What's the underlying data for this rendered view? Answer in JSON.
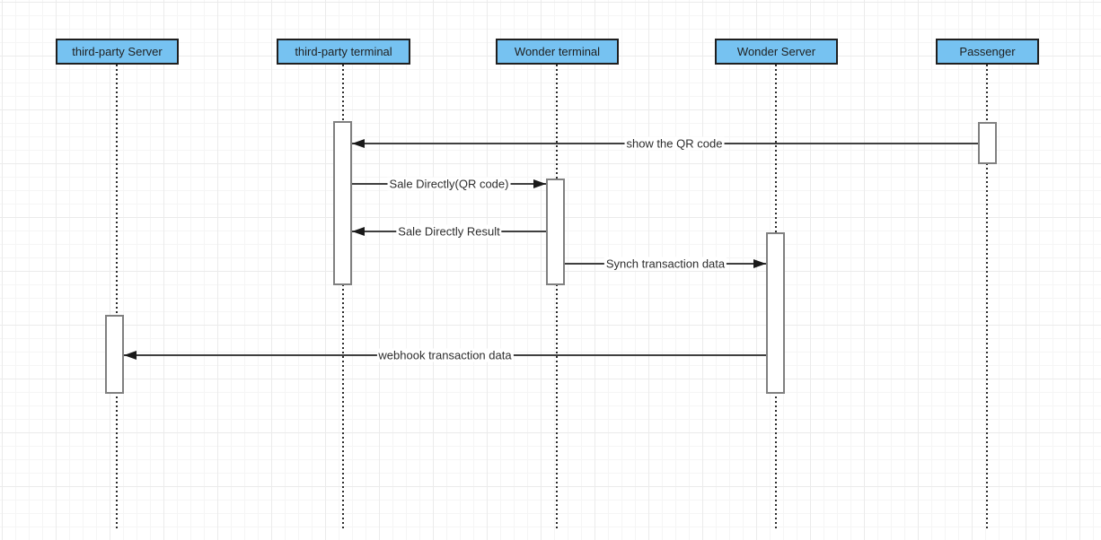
{
  "diagram": {
    "type": "uml-sequence-diagram",
    "participants": [
      {
        "id": "third-party-server",
        "label": "third-party Server"
      },
      {
        "id": "third-party-terminal",
        "label": "third-party terminal"
      },
      {
        "id": "wonder-terminal",
        "label": "Wonder terminal"
      },
      {
        "id": "wonder-server",
        "label": "Wonder Server"
      },
      {
        "id": "passenger",
        "label": "Passenger"
      }
    ],
    "messages": [
      {
        "label": "show the QR code",
        "from": "Passenger",
        "to": "third-party terminal",
        "direction": "left"
      },
      {
        "label": "Sale Directly(QR code)",
        "from": "third-party terminal",
        "to": "Wonder terminal",
        "direction": "right"
      },
      {
        "label": "Sale Directly Result",
        "from": "Wonder terminal",
        "to": "third-party terminal",
        "direction": "left"
      },
      {
        "label": "Synch transaction data",
        "from": "Wonder terminal",
        "to": "Wonder Server",
        "direction": "right"
      },
      {
        "label": "webhook transaction data",
        "from": "Wonder Server",
        "to": "third-party Server",
        "direction": "left"
      }
    ],
    "colors": {
      "participant_fill": "#76C2F1",
      "participant_border": "#1f1f1f",
      "message_line": "#3f3f3f",
      "arrow_color": "#1a1a1a",
      "activation_fill": "#ffffff",
      "activation_border": "#808080",
      "lifeline_color": "#2b2b2b"
    }
  }
}
